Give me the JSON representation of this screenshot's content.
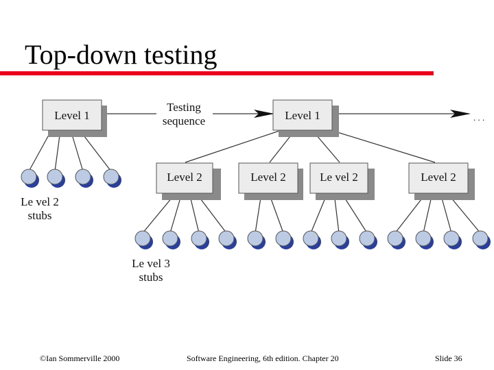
{
  "slide": {
    "title": "Top-down testing",
    "accent_color": "#e8001c"
  },
  "diagram": {
    "testing_sequence_label": [
      "Testing",
      "sequence"
    ],
    "continuation_label": ". . .",
    "level1_left": "Level 1",
    "level1_right": "Level 1",
    "level2_boxes": [
      "Level 2",
      "Level 2",
      "Le vel 2",
      "Level 2"
    ],
    "level2_stubs_label": [
      "Le vel 2",
      "stubs"
    ],
    "level3_stubs_label": [
      "Le vel 3",
      "stubs"
    ],
    "box_fill": "#ececec",
    "box_shadow": "#8a8a8a",
    "stub_fill": "#bccbe3",
    "stub_shadow": "#2a3f9a"
  },
  "footer": {
    "copyright": "©Ian Sommerville 2000",
    "book": "Software Engineering, 6th edition. Chapter 20",
    "slide_number": "Slide 36"
  }
}
